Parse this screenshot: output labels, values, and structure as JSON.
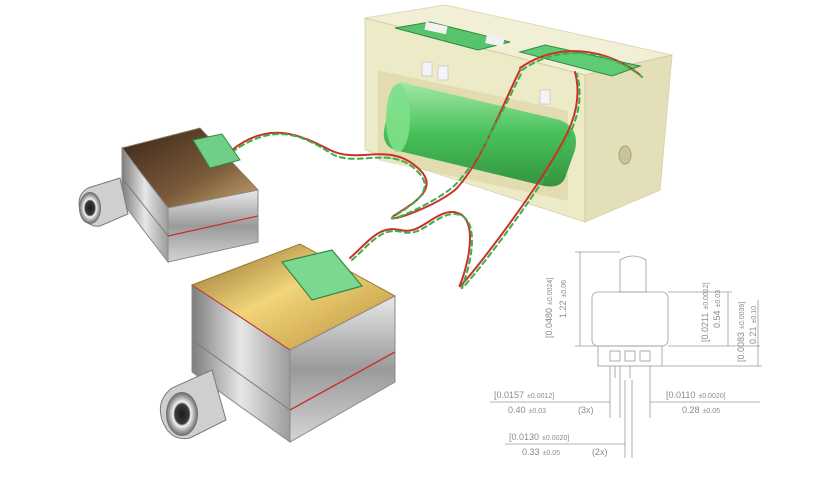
{
  "drawing": {
    "height_total_in": "[0.0480",
    "height_total_in_tol": "±0.0024]",
    "height_total_mm": "1.22",
    "height_total_mm_tol": "±0.06",
    "height_upper_in": "[0.0211",
    "height_upper_in_tol": "±0.0012]",
    "height_upper_mm": "0.54",
    "height_upper_mm_tol": "±0.03",
    "height_lower_in": "[0.0083",
    "height_lower_in_tol": "±0.0039]",
    "height_lower_mm": "0.21",
    "height_lower_mm_tol": "±0.10",
    "pin_pitch_in": "[0.0157",
    "pin_pitch_in_tol": "±0.0012]",
    "pin_pitch_mm": "0.40",
    "pin_pitch_mm_tol": "±0.03",
    "pin_pitch_count": "(3x)",
    "pin_offset_in": "[0.0110",
    "pin_offset_in_tol": "±0.0020]",
    "pin_offset_mm": "0.28",
    "pin_offset_mm_tol": "±0.05",
    "pin_width_in": "[0.0130",
    "pin_width_in_tol": "±0.0020]",
    "pin_width_mm": "0.33",
    "pin_width_mm_tol": "±0.05",
    "pin_width_count": "(2x)"
  },
  "colors": {
    "wire_red": "#c8322a",
    "wire_green": "#3fae4a",
    "gold": "#c9a23c",
    "steel": "#b9b9b9",
    "pcb_green": "#6fcf86",
    "housing": "#e9e6c2"
  }
}
